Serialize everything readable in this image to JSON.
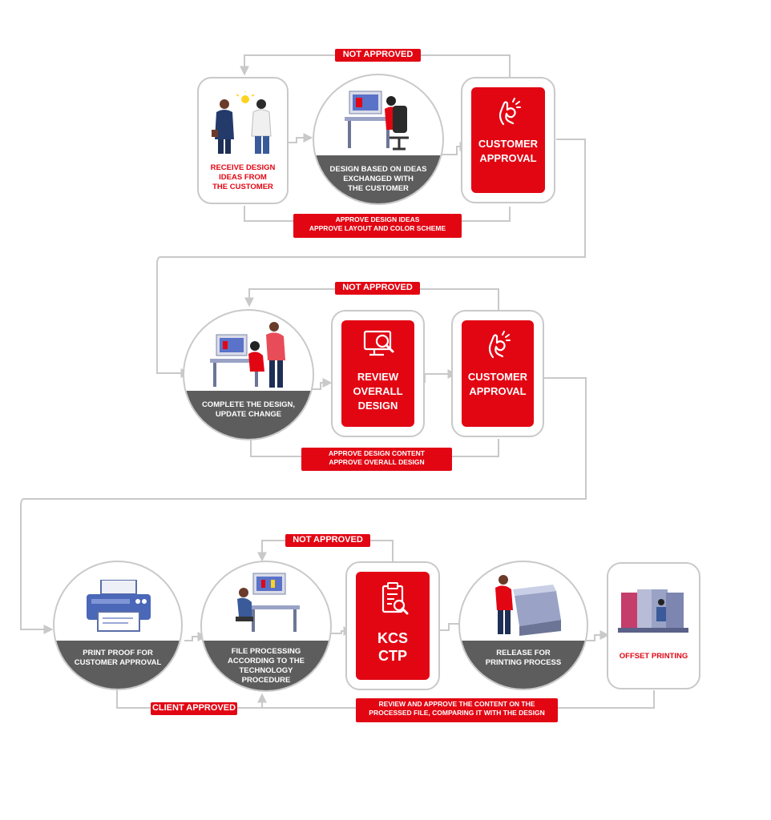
{
  "colors": {
    "accent": "#e20613",
    "dark_panel": "#5d5d5d",
    "connector": "#c9c9c9"
  },
  "row1": {
    "not_approved": "NOT APPROVED",
    "step1": "RECEIVE DESIGN\nIDEAS FROM\nTHE CUSTOMER",
    "step2": "DESIGN BASED ON IDEAS\nEXCHANGED WITH\nTHE CUSTOMER",
    "step3": "CUSTOMER\nAPPROVAL",
    "approve_note": "APPROVE DESIGN IDEAS\nAPPROVE LAYOUT AND COLOR SCHEME"
  },
  "row2": {
    "not_approved": "NOT APPROVED",
    "step1": "COMPLETE THE DESIGN,\nUPDATE CHANGE",
    "step2": "REVIEW\nOVERALL\nDESIGN",
    "step3": "CUSTOMER\nAPPROVAL",
    "approve_note": "APPROVE DESIGN CONTENT\nAPPROVE OVERALL DESIGN"
  },
  "row3": {
    "not_approved": "NOT APPROVED",
    "step1": "PRINT PROOF FOR\nCUSTOMER APPROVAL",
    "step2": "FILE PROCESSING\nACCORDING TO THE\nTECHNOLOGY\nPROCEDURE",
    "step3": "KCS\nCTP",
    "step4": "RELEASE FOR\nPRINTING PROCESS",
    "step5": "OFFSET PRINTING",
    "client_approved": "CLIENT APPROVED",
    "review_note": "REVIEW AND APPROVE THE CONTENT ON THE\nPROCESSED FILE, COMPARING IT WITH THE DESIGN"
  },
  "icons": {
    "ok_hand": "ok-hand-icon",
    "monitor_search": "monitor-search-icon",
    "clipboard_search": "clipboard-search-icon"
  }
}
